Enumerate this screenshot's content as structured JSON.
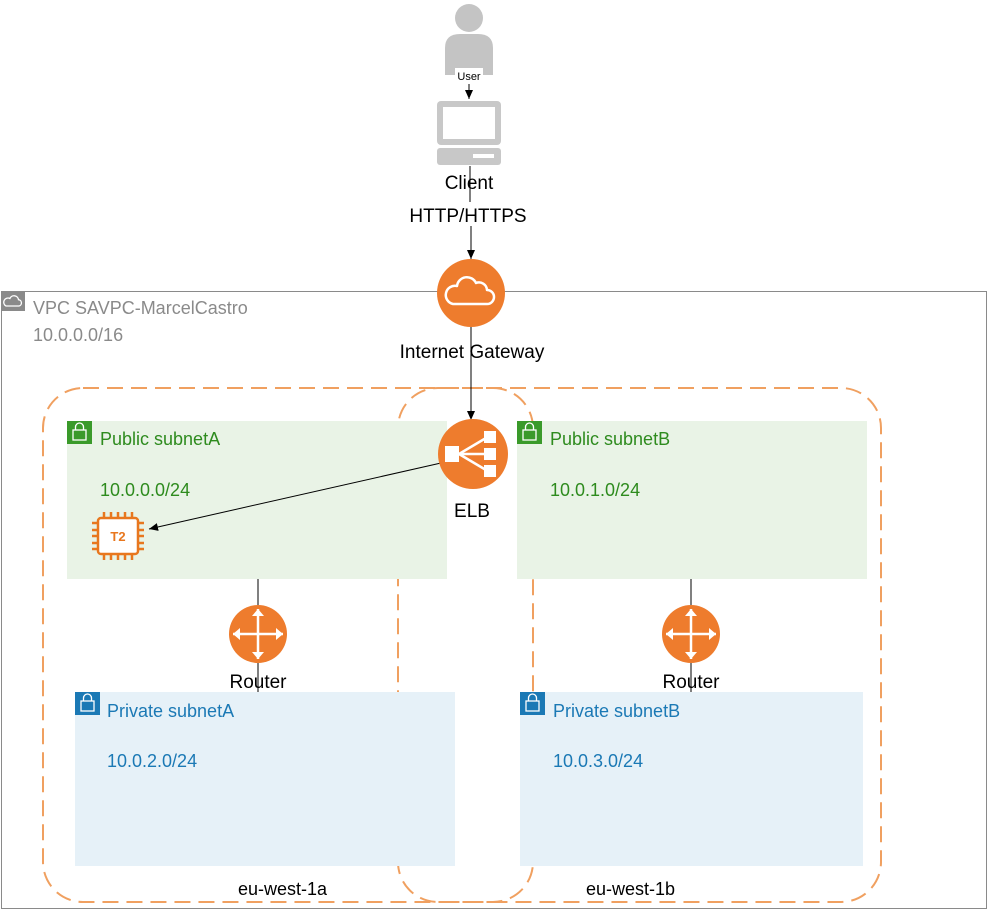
{
  "colors": {
    "vpc_border": "#8a8a8a",
    "vpc_text": "#8a8a8a",
    "az_dash": "#f0a060",
    "public_fill": "#e9f3e6",
    "public_text": "#2e8b1e",
    "public_icon": "#3a9a2a",
    "private_fill": "#e6f1f8",
    "private_text": "#1b79b5",
    "private_icon": "#1b79b5",
    "orange": "#ee7c2d",
    "user_gray": "#c4c4c4",
    "line": "#000000"
  },
  "user": {
    "label": "User",
    "icon": "user-icon"
  },
  "client": {
    "label": "Client",
    "icon": "desktop-client-icon"
  },
  "protocol_label": "HTTP/HTTPS",
  "vpc": {
    "name": "VPC SAVPC-MarcelCastro",
    "cidr": "10.0.0.0/16",
    "icon": "cloud-icon"
  },
  "internet_gateway": {
    "label": "Internet Gateway",
    "icon": "internet-gateway-icon"
  },
  "elb": {
    "label": "ELB",
    "icon": "load-balancer-icon"
  },
  "zones": [
    {
      "label": "eu-west-1a"
    },
    {
      "label": "eu-west-1b"
    }
  ],
  "public_subnets": [
    {
      "name": "Public subnetA",
      "cidr": "10.0.0.0/24",
      "icon": "lock-icon"
    },
    {
      "name": "Public subnetB",
      "cidr": "10.0.1.0/24",
      "icon": "lock-icon"
    }
  ],
  "private_subnets": [
    {
      "name": "Private subnetA",
      "cidr": "10.0.2.0/24",
      "icon": "lock-icon"
    },
    {
      "name": "Private subnetB",
      "cidr": "10.0.3.0/24",
      "icon": "lock-icon"
    }
  ],
  "routers": [
    {
      "label": "Router",
      "icon": "router-icon"
    },
    {
      "label": "Router",
      "icon": "router-icon"
    }
  ],
  "instance": {
    "label": "T2",
    "icon": "ec2-instance-icon"
  }
}
